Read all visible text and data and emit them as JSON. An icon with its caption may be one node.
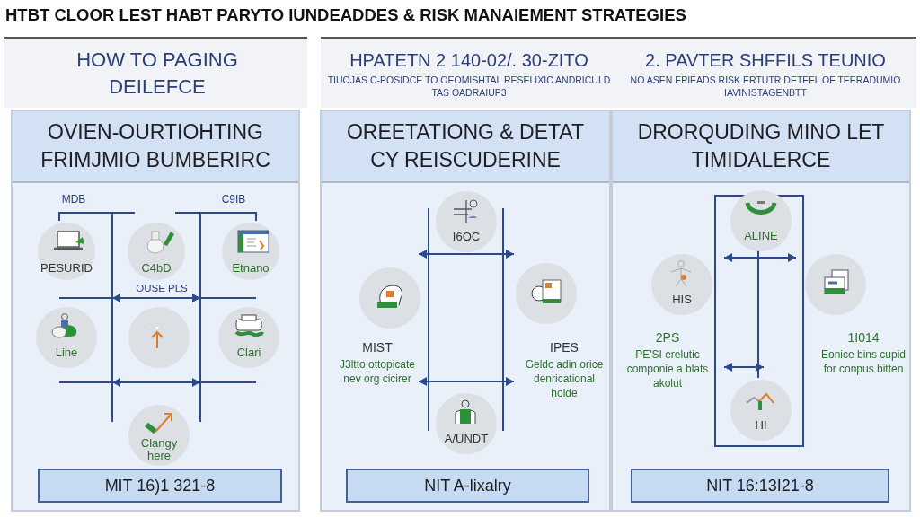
{
  "diagram": {
    "title": "HTBT CLOOR LEST HABT PARYTO IUNDEADDES & RISK MANAIEMENT STRATEGIES",
    "nodes": [
      {
        "text": [
          "OVIEN-OURTIOHTING FRIMJMIO BUMBERIRC"
        ]
      },
      {
        "text": [
          "PESURID"
        ],
        "in": 0
      },
      {
        "text": [
          "C4bD"
        ],
        "in": 0
      },
      {
        "text": [
          "Etnano"
        ],
        "in": 0
      },
      {
        "text": [
          "Line"
        ],
        "in": 0
      },
      {
        "text": [],
        "shape": "circle",
        "in": 0
      },
      {
        "text": [
          "Clari"
        ],
        "in": 0
      },
      {
        "text": [
          "Clangy here"
        ],
        "in": 0
      },
      {
        "text": [
          "MIT 16)1 321-8"
        ],
        "in": 0
      },
      {
        "text": [
          "OREETATIONG & DETAT CY REISCUDERINE"
        ]
      },
      {
        "text": [
          "I6OC"
        ],
        "in": 9
      },
      {
        "text": [
          "MIST",
          "J3ltto ottopicate nev org cicirer"
        ],
        "in": 9
      },
      {
        "text": [
          "IPES",
          "Geldc adin orice denricational hoide"
        ],
        "in": 9
      },
      {
        "text": [
          "A/UNDT"
        ],
        "in": 9
      },
      {
        "text": [
          "NIT A-lixalry"
        ],
        "in": 9
      },
      {
        "text": [
          "DRORQUDING MINO LET TIMIDALERCE"
        ]
      },
      {
        "text": [
          "ALINE"
        ],
        "in": 15
      },
      {
        "text": [
          "HIS",
          "2PS",
          "PE'SI erelutic componie a blats akolut"
        ],
        "in": 15
      },
      {
        "text": [
          "1I014",
          "Eonice bins cupid for conpus bitten"
        ],
        "in": 15
      },
      {
        "text": [
          "HI"
        ],
        "in": 15
      },
      {
        "text": [
          "NIT 16:13I21-8"
        ],
        "in": 15
      }
    ],
    "edges": [
      {
        "from": 16,
        "to": 19,
        "arrow": "none"
      }
    ],
    "labels": [
      "HOW TO PAGING DEILEFCE",
      "HPATETN 2 140-02/. 30-ZITO",
      "TIUOJAS C-POSIDCE TO OEOMISHTAL RESELIXIC ANDRICULD TAS OADRAIUP3",
      "2. PAVTER SHFFILS TEUNIO",
      "NO ASEN EPIEADS RISK ERTUTR DETEFL OF TEERADUMIO IAVINISTAGENBTT",
      "MDB",
      "C9IB",
      "OUSE PLS"
    ]
  }
}
